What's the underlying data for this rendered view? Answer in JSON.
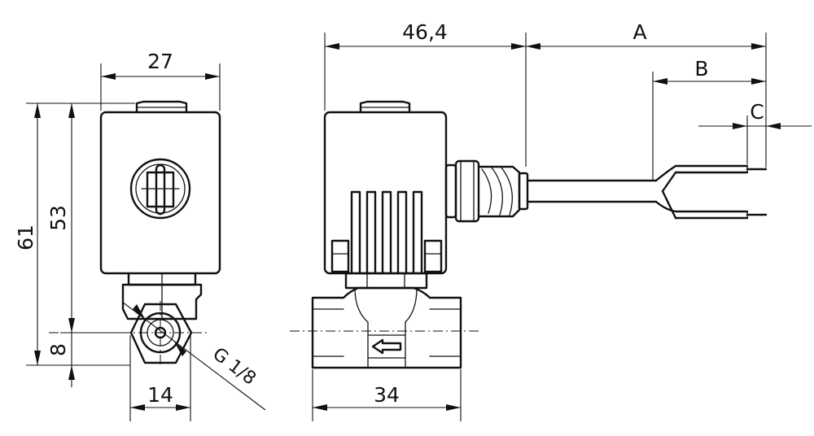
{
  "dimensions": {
    "front_width": "27",
    "front_height_total": "61",
    "front_height_coil": "53",
    "front_offset": "8",
    "port_width": "14",
    "thread": "G 1/8",
    "side_coil_width": "46,4",
    "body_length": "34",
    "cable_length": "A",
    "strip_length": "B",
    "wire_end": "C"
  }
}
